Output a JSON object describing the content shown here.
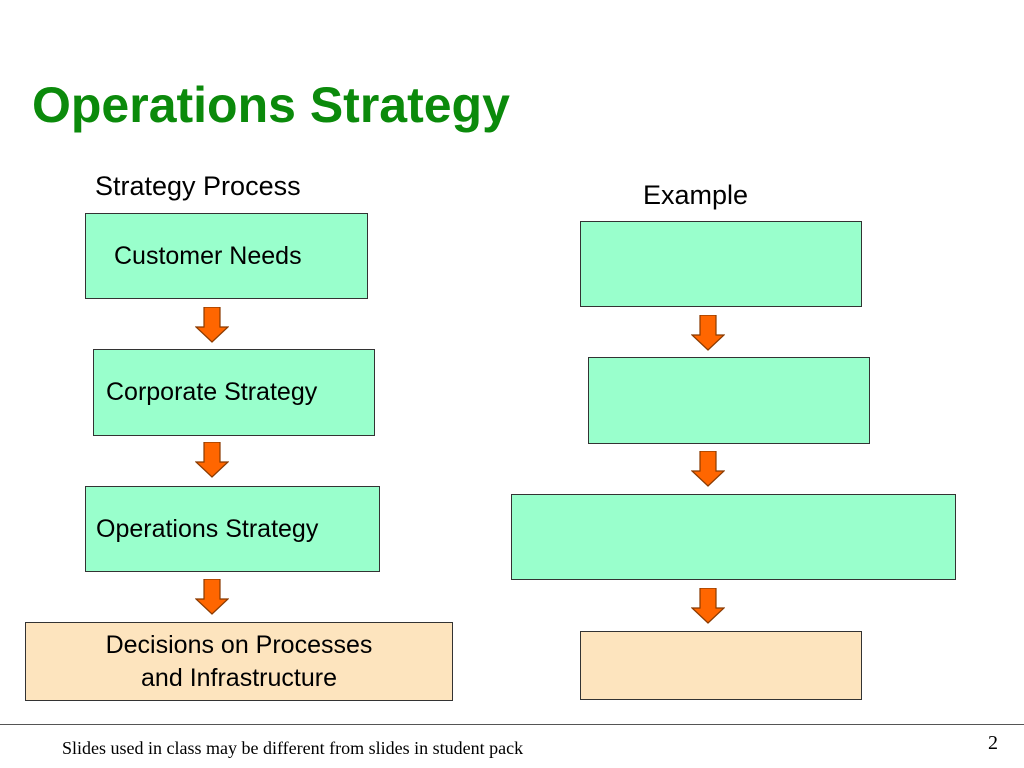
{
  "slide": {
    "title": "Operations Strategy",
    "footer": "Slides used in class may be different from slides in student pack",
    "page_number": "2"
  },
  "process": {
    "heading": "Strategy Process",
    "steps": [
      {
        "label": "Customer Needs"
      },
      {
        "label": "Corporate Strategy"
      },
      {
        "label": "Operations Strategy"
      },
      {
        "label": "Decisions on Processes and Infrastructure"
      }
    ]
  },
  "example": {
    "heading": "Example",
    "steps": [
      {
        "label": ""
      },
      {
        "label": ""
      },
      {
        "label": ""
      },
      {
        "label": ""
      }
    ]
  },
  "colors": {
    "title": "#0b8a0b",
    "box_fill": "#99ffcc",
    "decision_fill": "#fde4be",
    "arrow_fill": "#ff6600"
  }
}
